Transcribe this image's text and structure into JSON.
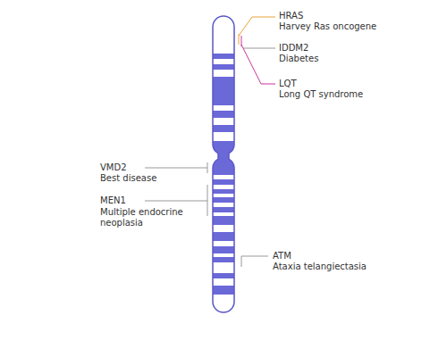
{
  "diagram": {
    "labels": [
      "HRAS",
      "Harvey Ras oncogene",
      "IDDM2",
      "Diabetes",
      "LQT",
      "Long QT syndrome",
      "VMD2",
      "Best disease",
      "MEN1",
      "Multiple endocrine neoplasia",
      "ATM",
      "Ataxia telangiectasia"
    ]
  }
}
